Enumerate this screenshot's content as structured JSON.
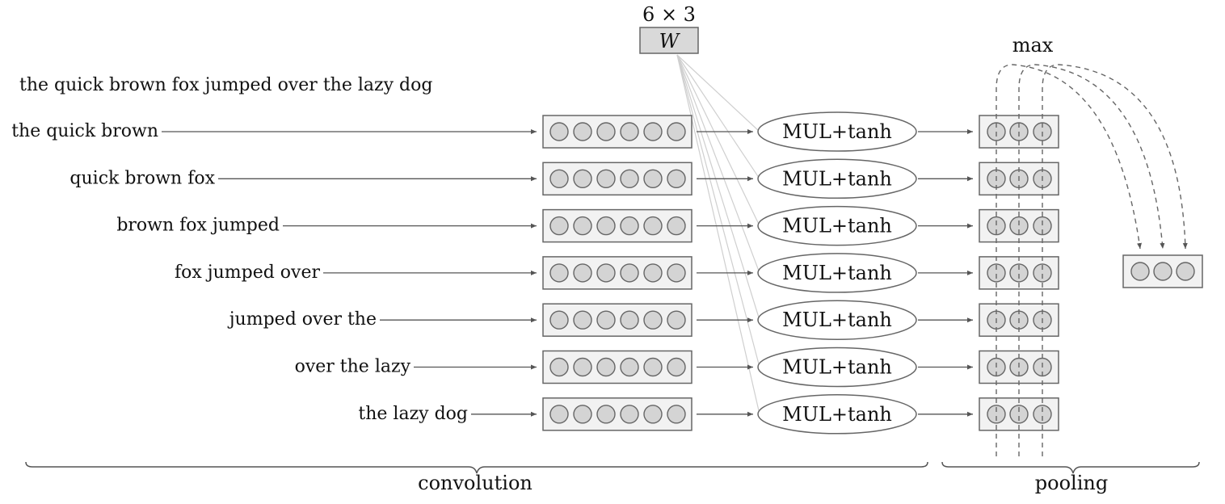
{
  "sentence": "the quick brown fox jumped over the lazy dog",
  "weight": {
    "symbol": "W",
    "shape": "6 × 3"
  },
  "windows": [
    "the quick brown",
    "quick brown fox",
    "brown fox jumped",
    "fox jumped over",
    "jumped over the",
    "over the lazy",
    "the lazy dog"
  ],
  "embedding_size": 6,
  "feature_size": 3,
  "output_size": 3,
  "operation_label": "MUL+tanh",
  "pool_label": "max",
  "stage_labels": {
    "convolution": "convolution",
    "pooling": "pooling"
  },
  "colors": {
    "node_fill": "#d4d4d4",
    "box_fill": "#f2f2f2",
    "weight_fill": "#d9d9d9",
    "stroke": "#666666",
    "fan_line": "#cfcfcf"
  }
}
